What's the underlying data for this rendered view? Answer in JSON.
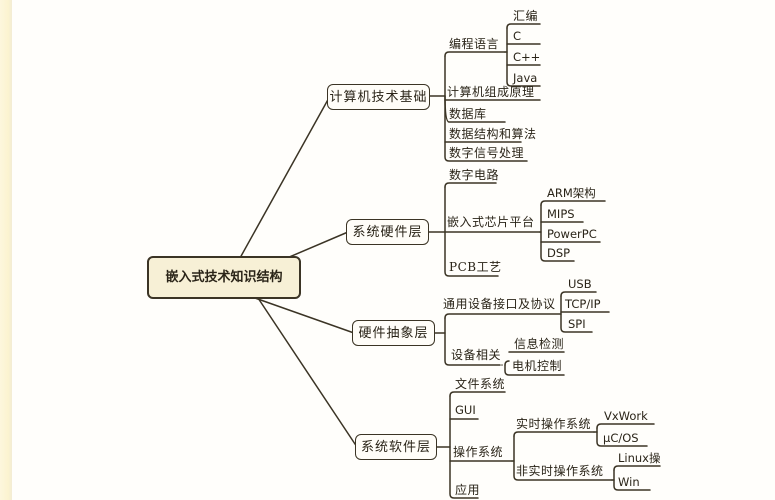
{
  "root": {
    "label": "嵌入式技术知识结构"
  },
  "branches": [
    {
      "label": "计算机技术基础",
      "children": [
        {
          "label": "编程语言",
          "children": [
            "汇编",
            "C",
            "C++",
            "Java"
          ]
        },
        {
          "label": "计算机组成原理"
        },
        {
          "label": "数据库"
        },
        {
          "label": "数据结构和算法"
        },
        {
          "label": "数字信号处理"
        }
      ]
    },
    {
      "label": "系统硬件层",
      "children": [
        {
          "label": "数字电路"
        },
        {
          "label": "嵌入式芯片平台",
          "children": [
            "ARM架构",
            "MIPS",
            "PowerPC",
            "DSP"
          ]
        },
        {
          "label": "PCB工艺"
        }
      ]
    },
    {
      "label": "硬件抽象层",
      "children": [
        {
          "label": "通用设备接口及协议",
          "children": [
            "USB",
            "TCP/IP",
            "SPI"
          ]
        },
        {
          "label": "设备相关",
          "children": [
            "信息检测",
            "电机控制"
          ]
        }
      ]
    },
    {
      "label": "系统软件层",
      "children": [
        {
          "label": "文件系统"
        },
        {
          "label": "GUI"
        },
        {
          "label": "操作系统",
          "children": [
            {
              "label": "实时操作系统",
              "children": [
                "VxWork",
                "μC/OS"
              ]
            },
            {
              "label": "非实时操作系统",
              "children": [
                "Linux操",
                "Win"
              ]
            }
          ]
        },
        {
          "label": "应用"
        }
      ]
    }
  ]
}
